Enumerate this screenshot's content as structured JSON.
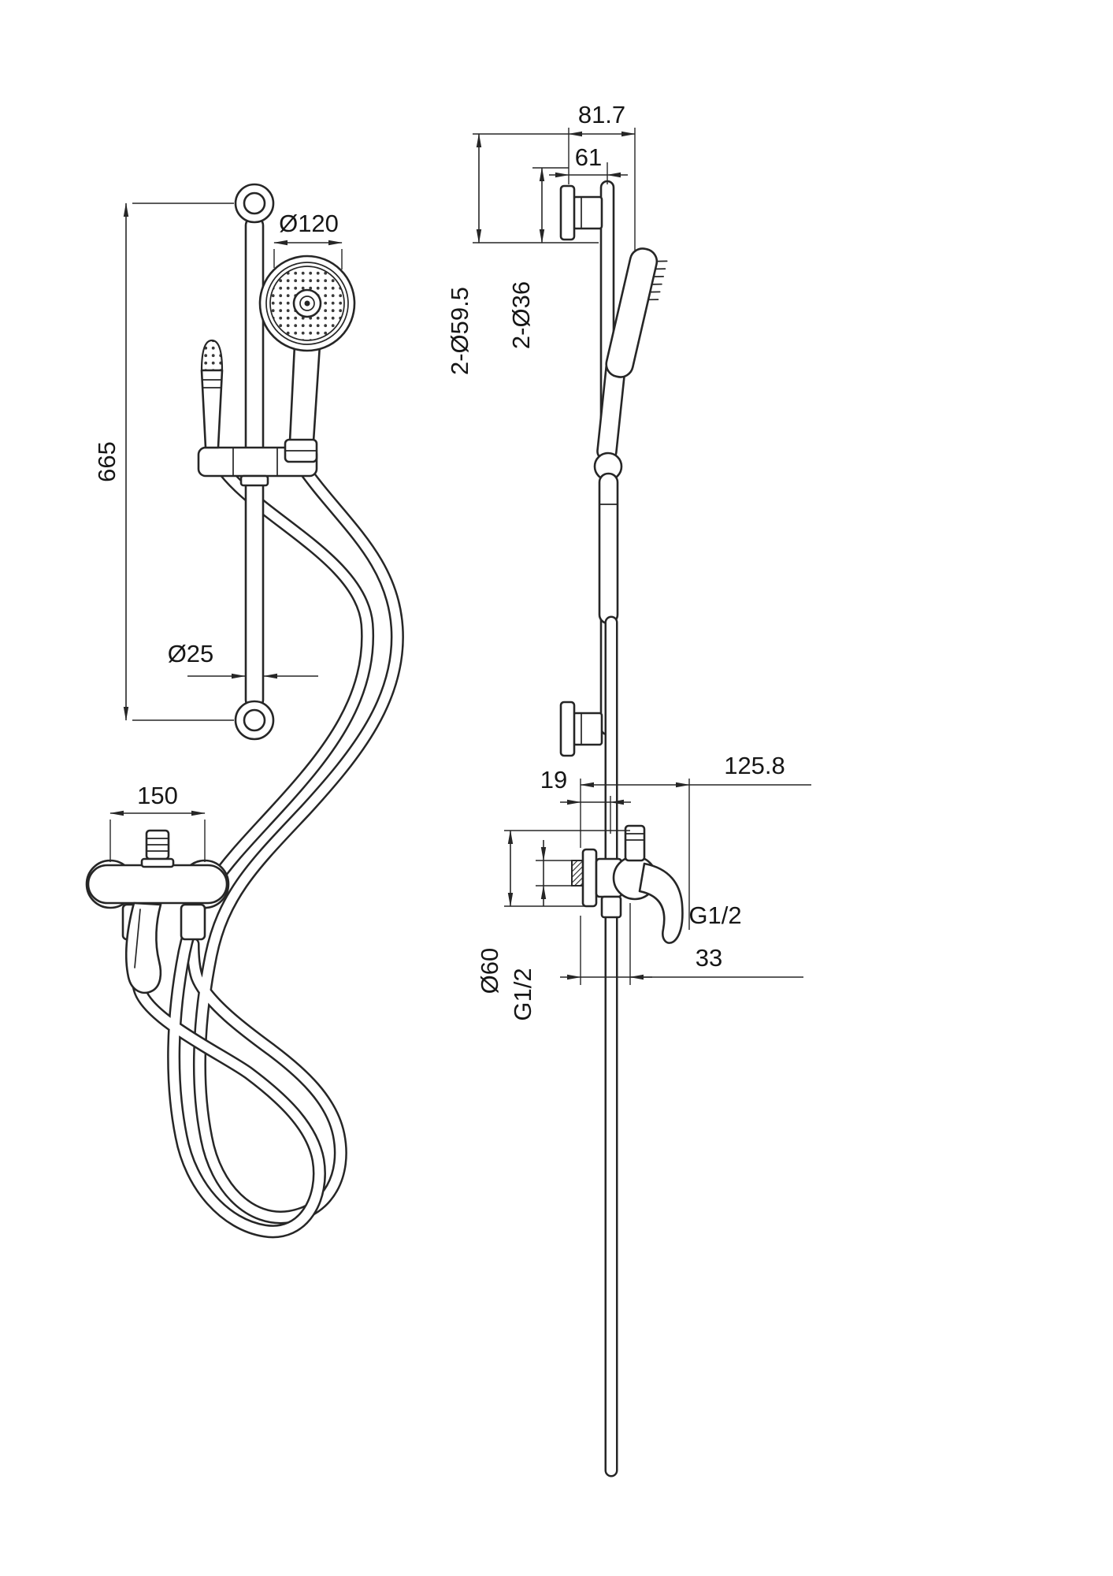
{
  "drawing": {
    "background": "#ffffff",
    "line_color": "#262626",
    "views": {
      "front": {
        "dimensions": {
          "head_diameter": "Ø120",
          "rail_length": "665",
          "rail_diameter": "Ø25",
          "inlet_center_distance": "150"
        }
      },
      "side": {
        "dimensions": {
          "wall_to_head_face": "81.7",
          "wall_to_rail_center": "61",
          "bracket_flange_diameter": "2-Ø59.5",
          "bracket_body_diameter": "2-Ø36",
          "wall_to_handle_tip": "125.8",
          "wall_to_hose_center": "19",
          "escutcheon_diameter": "Ø60",
          "inlet_thread": "G1/2",
          "outlet_thread": "G1/2",
          "outlet_depth": "33"
        }
      }
    }
  }
}
